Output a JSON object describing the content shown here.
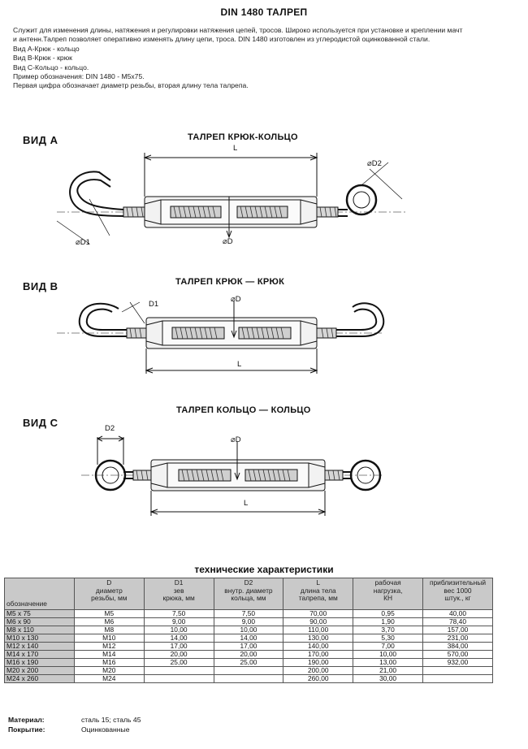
{
  "header": {
    "title": "DIN 1480 ТАЛРЕП"
  },
  "intro": {
    "lines": [
      "Служит для изменения длины, натяжения и регулировки натяжения цепей, тросов. Широко используется при установке и креплении мачт",
      "и антенн.Талреп позволяет оперативно изменять длину цепи, троса. DIN 1480 изготовлен из углеродистой оцинкованной стали.",
      "Вид А-Крюк - кольцо",
      "Вид В-Крюк - крюк",
      "Вид С-Кольцо - кольцо.",
      "Пример обозначения: DIN 1480 - М5х75.",
      "Первая цифра обозначает диаметр резьбы, вторая длину тела талрепа."
    ]
  },
  "views": [
    {
      "label": "ВИД А",
      "title": "ТАЛРЕП КРЮК-КОЛЬЦО",
      "dims": [
        "L",
        "⌀D2",
        "⌀D1",
        "⌀D"
      ]
    },
    {
      "label": "ВИД В",
      "title": "ТАЛРЕП КРЮК — КРЮК",
      "dims": [
        "D1",
        "⌀D",
        "L"
      ]
    },
    {
      "label": "ВИД С",
      "title": "ТАЛРЕП КОЛЬЦО — КОЛЬЦО",
      "dims": [
        "D2",
        "⌀D",
        "L"
      ]
    }
  ],
  "spec": {
    "title": "технические характеристики",
    "headers": [
      [
        "",
        "",
        "обозначение"
      ],
      [
        "D",
        "диаметр",
        "резьбы, мм"
      ],
      [
        "D1",
        "зев",
        "крюка, мм"
      ],
      [
        "D2",
        "внутр. диаметр",
        "кольца, мм"
      ],
      [
        "L",
        "длина тела",
        "талрепа, мм"
      ],
      [
        "рабочая",
        "нагрузка,",
        "КН"
      ],
      [
        "приблизительный",
        "вес 1000",
        "штук., кг"
      ]
    ],
    "rows": [
      [
        "M5 x 75",
        "M5",
        "7,50",
        "7,50",
        "70,00",
        "0,95",
        "40,00"
      ],
      [
        "M6 x 90",
        "M6",
        "9,00",
        "9,00",
        "90,00",
        "1,90",
        "78,40"
      ],
      [
        "M8 x 110",
        "M8",
        "10,00",
        "10,00",
        "110,00",
        "3,70",
        "157,00"
      ],
      [
        "M10 x 130",
        "M10",
        "14,00",
        "14,00",
        "130,00",
        "5,30",
        "231,00"
      ],
      [
        "M12 x 140",
        "M12",
        "17,00",
        "17,00",
        "140,00",
        "7,00",
        "384,00"
      ],
      [
        "M14 x 170",
        "M14",
        "20,00",
        "20,00",
        "170,00",
        "10,00",
        "570,00"
      ],
      [
        "M16 x 190",
        "M16",
        "25,00",
        "25,00",
        "190,00",
        "13,00",
        "932,00"
      ],
      [
        "M20 x 200",
        "M20",
        "",
        "",
        "200,00",
        "21,00",
        ""
      ],
      [
        "M24 x 260",
        "M24",
        "",
        "",
        "260,00",
        "30,00",
        ""
      ]
    ]
  },
  "materials": [
    {
      "label": "Материал:",
      "value": "сталь 15; сталь 45"
    },
    {
      "label": "Покрытие:",
      "value": "Оцинкованные"
    }
  ]
}
